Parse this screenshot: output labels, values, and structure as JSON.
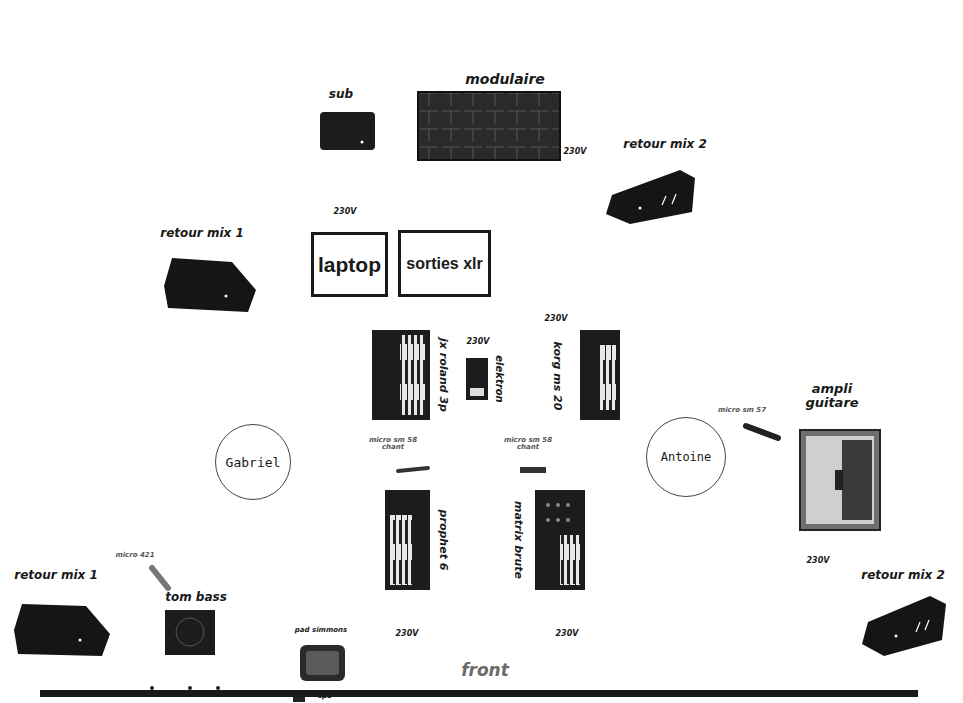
{
  "diagram": {
    "nodes": [
      {
        "text": [
          "laptop"
        ]
      },
      {
        "text": [
          "sorties xlr"
        ]
      },
      {
        "text": [
          "Gabriel"
        ]
      },
      {
        "text": [
          "Antoine"
        ]
      }
    ],
    "labels": [
      "modulaire",
      "sub",
      "230V",
      "retour mix 2",
      "retour mix 1",
      "230V",
      "jx roland 3p",
      "230V",
      "elektron",
      "230V",
      "korg ms 20",
      "micro sm 58 chant",
      "micro sm 58 chant",
      "micro sm 57",
      "ampli guitare",
      "micro 421",
      "tom bass",
      "pad simmons",
      "spd",
      "prophet 6",
      "matrix brute",
      "230V",
      "230V",
      "230V",
      "retour mix 2",
      "retour mix 1",
      "front"
    ]
  }
}
